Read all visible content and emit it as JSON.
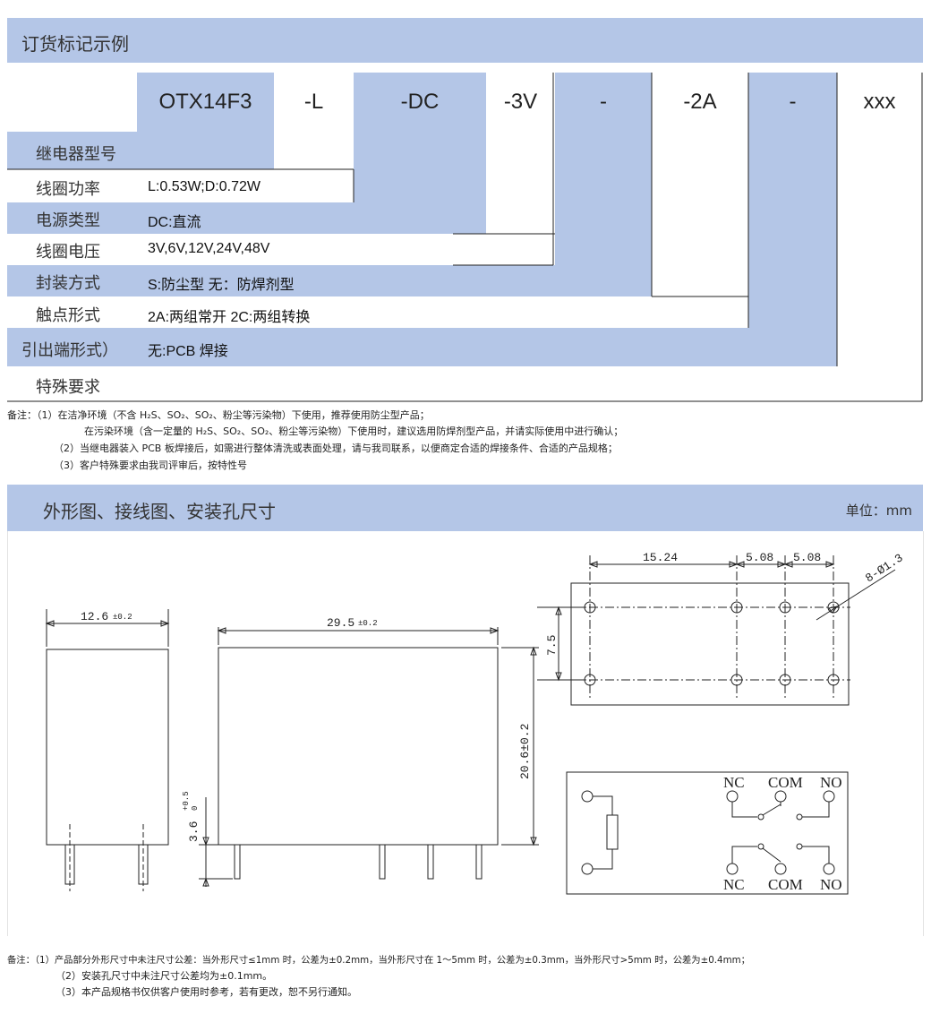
{
  "section1": {
    "title": "订货标记示例"
  },
  "order_codes": [
    "OTX14F3",
    "-L",
    "-DC",
    "-3V",
    "-",
    "-2A",
    "-",
    "xxx"
  ],
  "order_rows": [
    {
      "label": "继电器型号",
      "value": ""
    },
    {
      "label": "线圈功率",
      "value": "L:0.53W;D:0.72W"
    },
    {
      "label": "电源类型",
      "value": "DC:直流"
    },
    {
      "label": "线圈电压",
      "value": "3V,6V,12V,24V,48V"
    },
    {
      "label": "封装方式",
      "value": "S:防尘型   无：防焊剂型"
    },
    {
      "label": "触点形式",
      "value": "2A:两组常开   2C:两组转换"
    },
    {
      "label": "引出端形式）",
      "value": "无:PCB 焊接"
    },
    {
      "label": "特殊要求",
      "value": ""
    }
  ],
  "notes1": [
    "备注：（1）在洁净环境（不含 H₂S、SO₂、SO₂、粉尘等污染物）下使用，推荐使用防尘型产品；",
    "在污染环境（含一定量的 H₂S、SO₂、SO₂、粉尘等污染物）下使用时，建议选用防焊剂型产品，并请实际使用中进行确认；",
    "（2）当继电器装入 PCB 板焊接后，如需进行整体清洗或表面处理，请与我司联系，以便商定合适的焊接条件、合适的产品规格；",
    "（3）客户特殊要求由我司评审后，按特性号"
  ],
  "section2": {
    "title": "外形图、接线图、安装孔尺寸",
    "unit": "单位：mm"
  },
  "drawing": {
    "side_width": "12.6",
    "side_tol": "±0.2",
    "front_width": "29.5",
    "front_tol": "±0.2",
    "height": "20.6±0.2",
    "pin_len": "3.6",
    "pin_tol_up": "+0.5",
    "pin_tol_low": "0",
    "hole_pitch1": "15.24",
    "hole_pitch2": "5.08",
    "hole_pitch3": "5.08",
    "hole_dia": "8-Ø1.3",
    "row_pitch": "7.5",
    "contact_labels_top": [
      "NC",
      "COM",
      "NO"
    ],
    "contact_labels_bottom": [
      "NC",
      "COM",
      "NO"
    ]
  },
  "notes2": [
    "备注：（1）产品部分外形尺寸中未注尺寸公差：当外形尺寸≤1mm 时，公差为±0.2mm，当外形尺寸在 1～5mm 时，公差为±0.3mm，当外形尺寸>5mm 时，公差为±0.4mm；",
    "（2）安装孔尺寸中未注尺寸公差均为±0.1mm。",
    "（3）本产品规格书仅供客户使用时参考，若有更改，恕不另行通知。"
  ]
}
